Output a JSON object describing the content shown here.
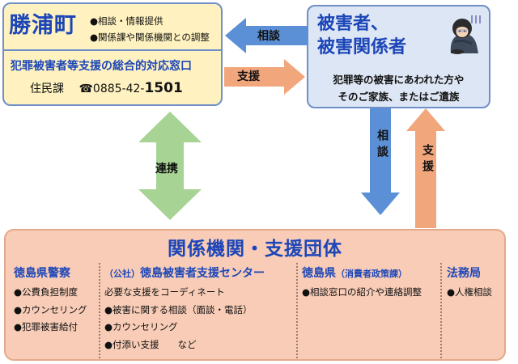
{
  "katsuura": {
    "name": "勝浦町",
    "roles": [
      "●相談・情報提供",
      "●関係課や関係機関との調整"
    ],
    "window_title": "犯罪被害者等支援の総合的対応窓口",
    "department": "住民課",
    "phone_icon": "phone-icon",
    "phone_prefix": "0885-42-",
    "phone_last": "1501"
  },
  "victims": {
    "title_line1": "被害者、",
    "title_line2": "被害関係者",
    "figure_icon": "distressed-person-icon",
    "desc_line1": "犯罪等の被害にあわれた方や",
    "desc_line2": "そのご家族、またはご遺族"
  },
  "arrows": {
    "victims_to_town": "相談",
    "town_to_victims": "支援",
    "victims_to_orgs": "相談",
    "orgs_to_victims": "支援",
    "town_orgs": "連携"
  },
  "orgs": {
    "title": "関係機関・支援団体",
    "police": {
      "name": "徳島県警察",
      "items": [
        "●公費負担制度",
        "●カウンセリング",
        "●犯罪被害給付"
      ]
    },
    "center": {
      "prefix": "（公社）",
      "name": "徳島被害者支援センター",
      "intro": "必要な支援をコーディネート",
      "items": [
        "●被害に関する相談（面談・電話）",
        "●カウンセリング",
        "●付添い支援　　など"
      ]
    },
    "prefecture": {
      "name": "徳島県",
      "division": "（消費者政策課）",
      "items": [
        "●相談窓口の紹介や連絡調整"
      ]
    },
    "legal": {
      "name": "法務局",
      "items": [
        "●人権相談"
      ]
    }
  },
  "colors": {
    "blue_text": "#1c46b8",
    "town_bg": "#fff2c0",
    "victim_bg": "#dde6f4",
    "org_bg": "#f8ccb6",
    "blue_arrow": "#5b8fd6",
    "orange_arrow": "#f2a67c",
    "green_arrow": "#a7d394"
  }
}
